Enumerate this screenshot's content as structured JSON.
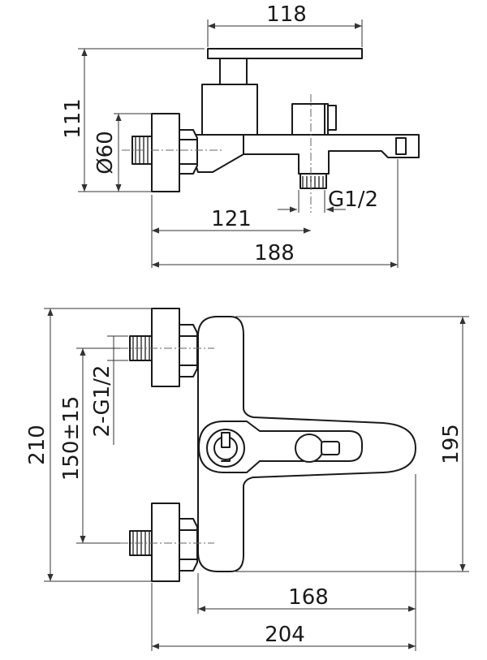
{
  "dimensions": {
    "side_view": {
      "lever_width": "118",
      "overall_height": "111",
      "flange_diameter": "Ø60",
      "thread_size": "G1/2",
      "outlet_distance": "121",
      "overall_length": "188"
    },
    "top_view": {
      "overall_height": "210",
      "inlet_centers": "150±15",
      "inlet_threads": "2-G1/2",
      "body_height": "195",
      "spout_length": "168",
      "overall_length": "204"
    }
  }
}
